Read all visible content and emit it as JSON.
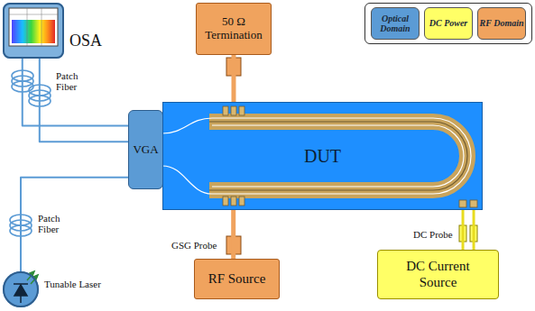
{
  "diagram": {
    "nodes": [
      {
        "text": [
          "OSA"
        ]
      },
      {
        "text": [
          "50 Ω Termination"
        ]
      },
      {
        "text": [
          "VGA"
        ]
      },
      {
        "text": [
          "DUT"
        ]
      },
      {
        "text": [
          "RF Source"
        ]
      },
      {
        "text": [
          "DC Current Source"
        ]
      },
      {
        "text": [
          "Tunable Laser"
        ]
      }
    ],
    "edges": [
      {
        "from": 0,
        "to": 2,
        "arrow": "none"
      },
      {
        "from": 0,
        "to": 2,
        "arrow": "none"
      },
      {
        "from": 6,
        "to": 2,
        "arrow": "none"
      },
      {
        "from": 2,
        "to": 3,
        "arrow": "none"
      },
      {
        "from": 2,
        "to": 3,
        "arrow": "none"
      },
      {
        "from": 1,
        "to": 3,
        "arrow": "none"
      },
      {
        "from": 4,
        "to": 3,
        "arrow": "none"
      },
      {
        "from": 5,
        "to": 3,
        "arrow": "none"
      },
      {
        "from": 5,
        "to": 3,
        "arrow": "none"
      }
    ],
    "labels": [
      "Patch Fiber",
      "Patch Fiber",
      "GSG Probe",
      "DC Probe"
    ],
    "legend": [
      {
        "text": "Optical Domain",
        "color": "#5b9bd5"
      },
      {
        "text": "DC Power",
        "color": "#ffff66"
      },
      {
        "text": "RF Domain",
        "color": "#f0a35e"
      }
    ]
  }
}
